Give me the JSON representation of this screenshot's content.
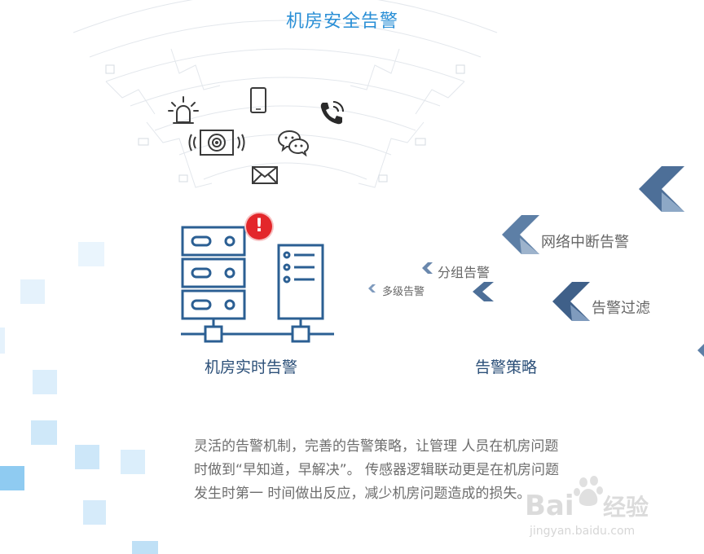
{
  "title": "机房安全告警",
  "captions": {
    "realtime": "机房实时告警",
    "strategy": "告警策略"
  },
  "alert_badge": "!",
  "strategy_items": [
    {
      "label": "网络中断告警"
    },
    {
      "label": "分组告警"
    },
    {
      "label": "多级告警"
    },
    {
      "label": "告警过滤"
    }
  ],
  "description": "灵活的告警机制，完善的告警策略，让管理 人员在机房问题时做到“早知道，早解决”。 传感器逻辑联动更是在机房问题发生时第一 时间做出反应，减少机房问题造成的损失。",
  "icons": [
    "alarm-light-icon",
    "mobile-phone-icon",
    "phone-call-icon",
    "speaker-icon",
    "wechat-icon",
    "envelope-icon"
  ],
  "watermark": {
    "brand": "Bai",
    "brand_cn": "经验",
    "url": "jingyan.baidu.com"
  },
  "colors": {
    "title": "#2a8fd6",
    "server": "#2b5f93",
    "chevron": "#4d6f98",
    "badge": "#e3272b"
  }
}
